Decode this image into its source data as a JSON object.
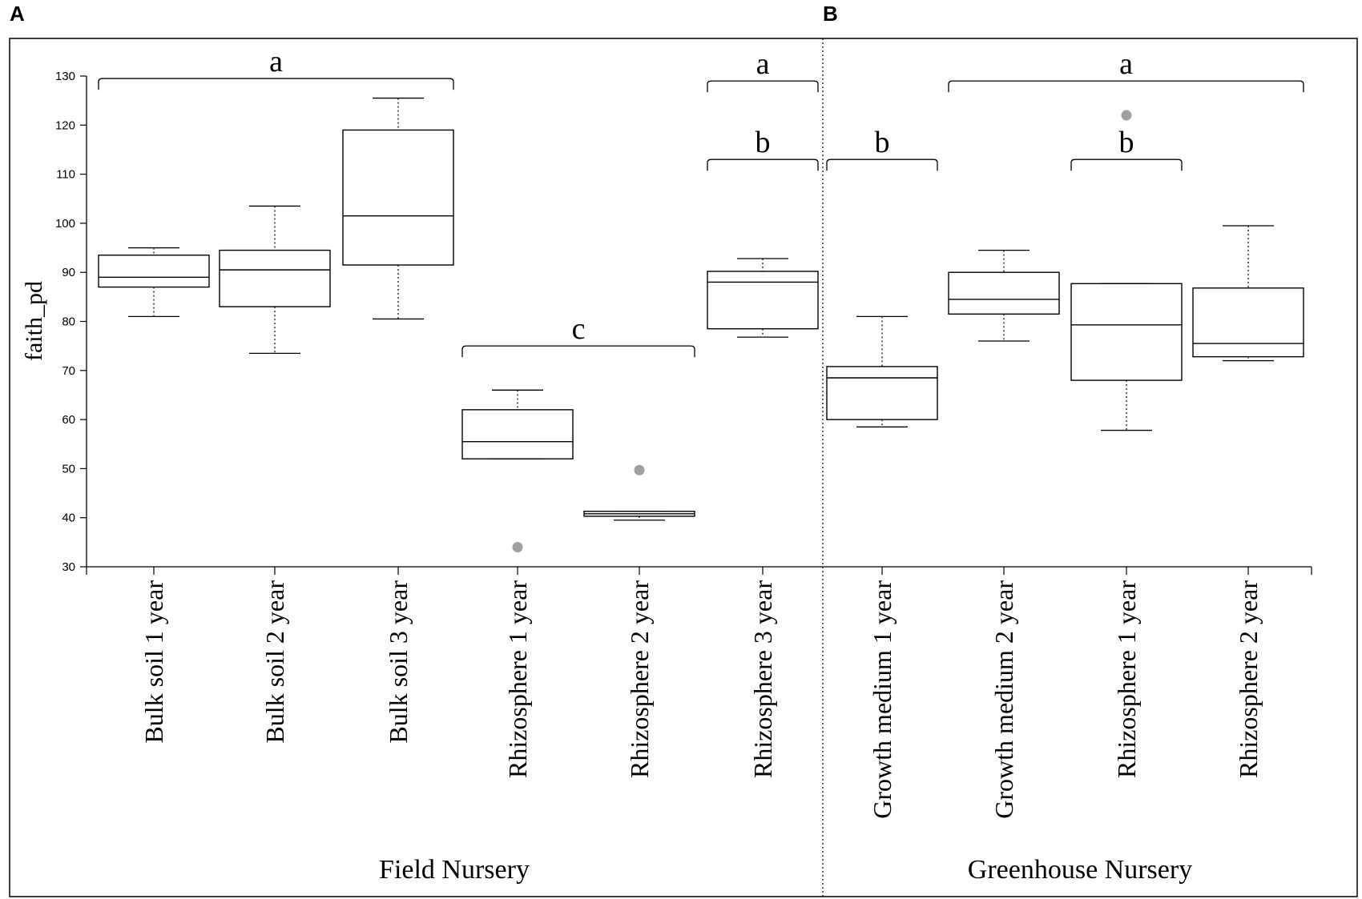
{
  "chart_data": {
    "type": "box",
    "ylabel": "faith_pd",
    "ylim": [
      30,
      130
    ],
    "yticks": [
      30,
      40,
      50,
      60,
      70,
      80,
      90,
      100,
      110,
      120,
      130
    ],
    "panels": [
      {
        "label": "A",
        "group_label": "Field Nursery",
        "categories": [
          "Bulk soil 1 year",
          "Bulk soil 2 year",
          "Bulk soil 3 year",
          "Rhizosphere 1 year",
          "Rhizosphere 2 year",
          "Rhizosphere 3 year"
        ],
        "boxes": [
          {
            "min": 81,
            "q1": 87,
            "median": 89,
            "q3": 93.5,
            "max": 95,
            "outliers": []
          },
          {
            "min": 73.5,
            "q1": 83,
            "median": 90.5,
            "q3": 94.5,
            "max": 103.5,
            "outliers": []
          },
          {
            "min": 80.5,
            "q1": 91.5,
            "median": 101.5,
            "q3": 119,
            "max": 125.5,
            "outliers": []
          },
          {
            "min": 52,
            "q1": 52,
            "median": 55.5,
            "q3": 62,
            "max": 66,
            "outliers": [
              34
            ]
          },
          {
            "min": 39.5,
            "q1": 40.3,
            "median": 40.8,
            "q3": 41.3,
            "max": 41.3,
            "outliers": [
              49.7
            ]
          },
          {
            "min": 76.8,
            "q1": 78.5,
            "median": 88,
            "q3": 90.2,
            "max": 92.8,
            "outliers": []
          }
        ],
        "significance": [
          {
            "letter": "a",
            "from": 0,
            "to": 2,
            "y": 129.5
          },
          {
            "letter": "c",
            "from": 3,
            "to": 4,
            "y": 75
          },
          {
            "letter": "a",
            "from": 5,
            "to": 5,
            "y": 129
          },
          {
            "letter": "b",
            "from": 5,
            "to": 5,
            "y": 113
          }
        ]
      },
      {
        "label": "B",
        "group_label": "Greenhouse Nursery",
        "categories": [
          "Growth medium 1 year",
          "Growth medium 2 year",
          "Rhizosphere 1 year",
          "Rhizosphere 2 year"
        ],
        "boxes": [
          {
            "min": 58.5,
            "q1": 60,
            "median": 68.5,
            "q3": 70.8,
            "max": 81,
            "outliers": []
          },
          {
            "min": 76,
            "q1": 81.5,
            "median": 84.5,
            "q3": 90,
            "max": 94.5,
            "outliers": []
          },
          {
            "min": 57.8,
            "q1": 68,
            "median": 79.3,
            "q3": 87.7,
            "max": 87.7,
            "outliers": [
              122
            ]
          },
          {
            "min": 72,
            "q1": 72.8,
            "median": 75.5,
            "q3": 86.8,
            "max": 99.5,
            "outliers": []
          }
        ],
        "significance": [
          {
            "letter": "b",
            "from": 0,
            "to": 0,
            "y": 113
          },
          {
            "letter": "a",
            "from": 1,
            "to": 3,
            "y": 129
          },
          {
            "letter": "b",
            "from": 2,
            "to": 2,
            "y": 113
          }
        ]
      }
    ],
    "colors": {
      "box_stroke": "#000000",
      "outlier": "#a0a0a0",
      "background": "#ffffff"
    }
  }
}
